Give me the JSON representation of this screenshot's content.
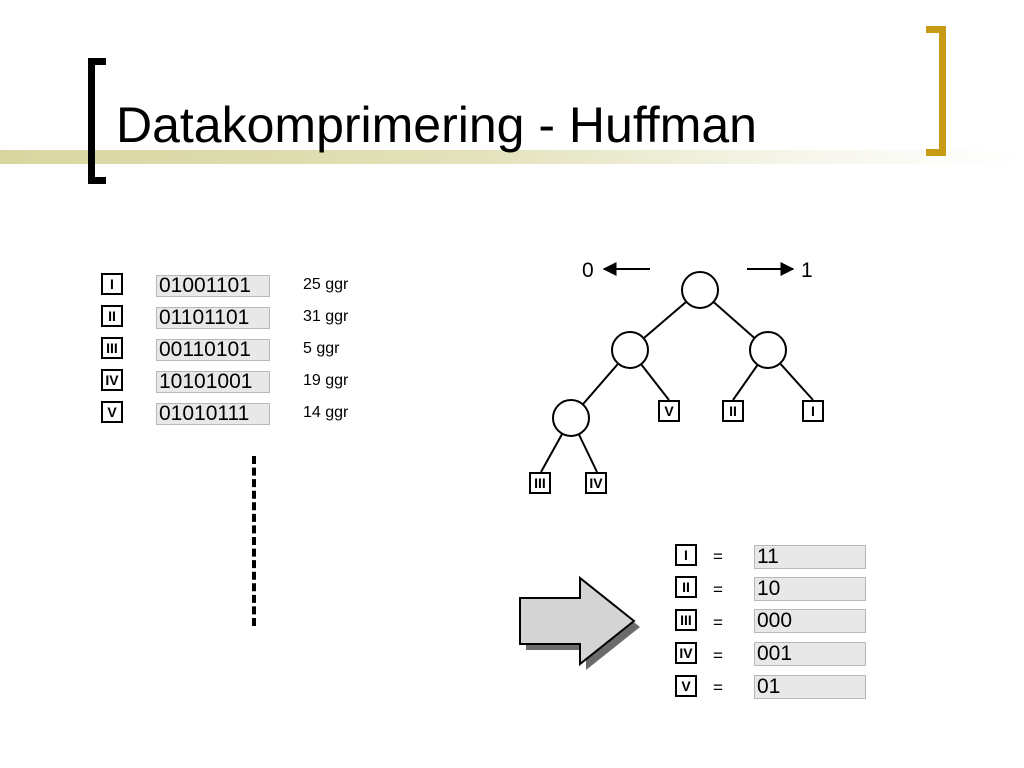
{
  "slide": {
    "title": "Datakomprimering - Huffman"
  },
  "symbols": [
    {
      "id": "I",
      "code": "01001101",
      "freq": "25 ggr"
    },
    {
      "id": "II",
      "code": "01101101",
      "freq": "31 ggr"
    },
    {
      "id": "III",
      "code": "00110101",
      "freq": "5 ggr"
    },
    {
      "id": "IV",
      "code": "10101001",
      "freq": "19 ggr"
    },
    {
      "id": "V",
      "code": "01010111",
      "freq": "14 ggr"
    }
  ],
  "tree": {
    "left_bit": "0",
    "right_bit": "1",
    "leaves": [
      "V",
      "II",
      "I",
      "III",
      "IV"
    ]
  },
  "result": {
    "equals_sign": "=",
    "codes": [
      {
        "id": "I",
        "code": "11"
      },
      {
        "id": "II",
        "code": "10"
      },
      {
        "id": "III",
        "code": "000"
      },
      {
        "id": "IV",
        "code": "001"
      },
      {
        "id": "V",
        "code": "01"
      }
    ]
  },
  "colors": {
    "bracket_left": "#000000",
    "bracket_right": "#c89b14",
    "title_bar": "#d8d6a0",
    "arrow_fill": "#d4d4d4"
  }
}
